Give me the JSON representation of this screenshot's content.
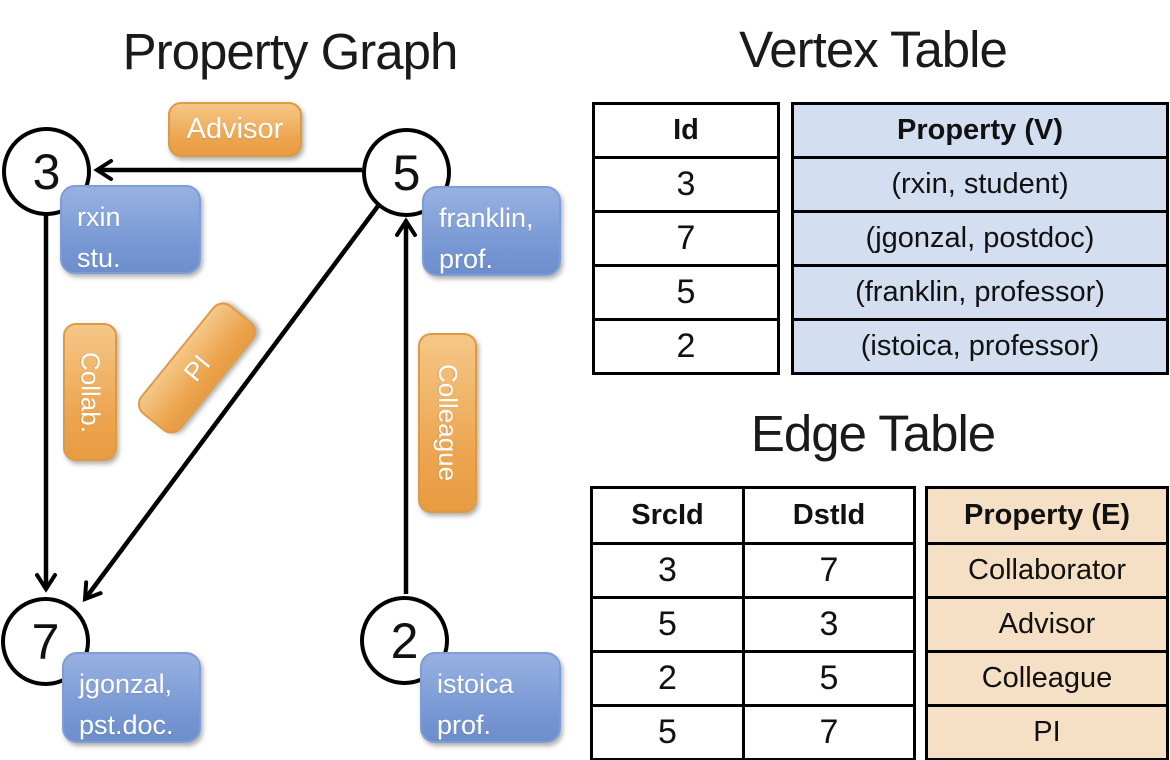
{
  "graph": {
    "title": "Property Graph",
    "nodes": [
      {
        "id": "3",
        "label": "3"
      },
      {
        "id": "5",
        "label": "5"
      },
      {
        "id": "7",
        "label": "7"
      },
      {
        "id": "2",
        "label": "2"
      }
    ],
    "vertex_boxes": [
      {
        "line1": "rxin",
        "line2": "stu."
      },
      {
        "line1": "franklin,",
        "line2": "prof."
      },
      {
        "line1": "jgonzal,",
        "line2": "pst.doc."
      },
      {
        "line1": "istoica",
        "line2": "prof."
      }
    ],
    "edge_labels": [
      {
        "text": "Advisor"
      },
      {
        "text": "Collab."
      },
      {
        "text": "PI"
      },
      {
        "text": "Colleague"
      }
    ]
  },
  "vertex_table": {
    "title": "Vertex Table",
    "columns": [
      "Id",
      "Property (V)"
    ],
    "rows": [
      [
        "3",
        "(rxin, student)"
      ],
      [
        "7",
        "(jgonzal, postdoc)"
      ],
      [
        "5",
        "(franklin, professor)"
      ],
      [
        "2",
        "(istoica, professor)"
      ]
    ]
  },
  "edge_table": {
    "title": "Edge Table",
    "columns": [
      "SrcId",
      "DstId",
      "Property (E)"
    ],
    "rows": [
      [
        "3",
        "7",
        "Collaborator"
      ],
      [
        "5",
        "3",
        "Advisor"
      ],
      [
        "2",
        "5",
        "Colleague"
      ],
      [
        "5",
        "7",
        "PI"
      ]
    ]
  },
  "colors": {
    "edge_label_orange": "#eca44e",
    "edge_label_orange_light": "#f5c787",
    "edge_label_border": "#dd9a44",
    "vertex_box_blue": "#7495d2",
    "vertex_box_blue_light": "#98b1e1",
    "vertex_table_fill": "#d3def0",
    "edge_table_fill": "#f6e0c5",
    "arrow_color": "#000000"
  }
}
